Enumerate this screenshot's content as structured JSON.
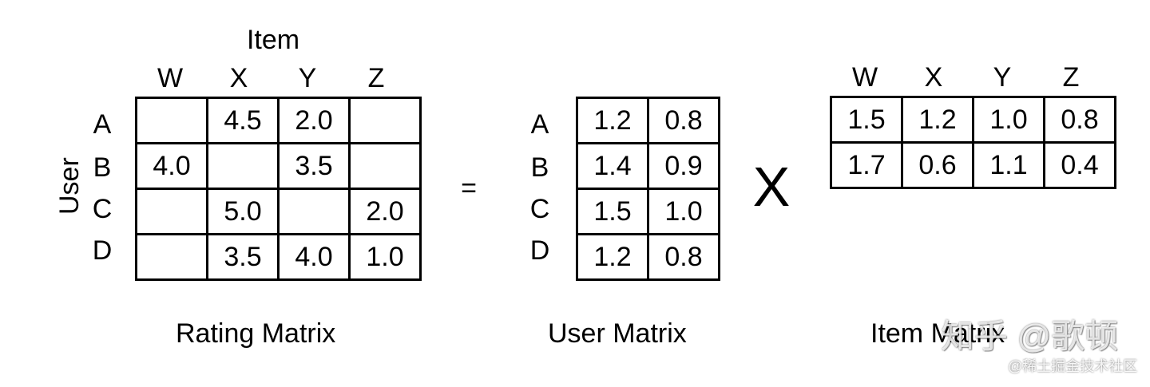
{
  "rating": {
    "item_axis_title": "Item",
    "user_axis_title": "User",
    "columns": [
      "W",
      "X",
      "Y",
      "Z"
    ],
    "rows": [
      "A",
      "B",
      "C",
      "D"
    ],
    "cells": [
      [
        "",
        "4.5",
        "2.0",
        ""
      ],
      [
        "4.0",
        "",
        "3.5",
        ""
      ],
      [
        "",
        "5.0",
        "",
        "2.0"
      ],
      [
        "",
        "3.5",
        "4.0",
        "1.0"
      ]
    ],
    "caption": "Rating Matrix"
  },
  "equals_symbol": "=",
  "user_matrix": {
    "rows": [
      "A",
      "B",
      "C",
      "D"
    ],
    "cells": [
      [
        "1.2",
        "0.8"
      ],
      [
        "1.4",
        "0.9"
      ],
      [
        "1.5",
        "1.0"
      ],
      [
        "1.2",
        "0.8"
      ]
    ],
    "caption": "User Matrix"
  },
  "times_symbol": "X",
  "item_matrix": {
    "columns": [
      "W",
      "X",
      "Y",
      "Z"
    ],
    "cells": [
      [
        "1.5",
        "1.2",
        "1.0",
        "0.8"
      ],
      [
        "1.7",
        "0.6",
        "1.1",
        "0.4"
      ]
    ],
    "caption": "Item Matrix"
  },
  "watermark": {
    "main": "知乎 @歌顿",
    "sub": "@稀土掘金技术社区"
  }
}
